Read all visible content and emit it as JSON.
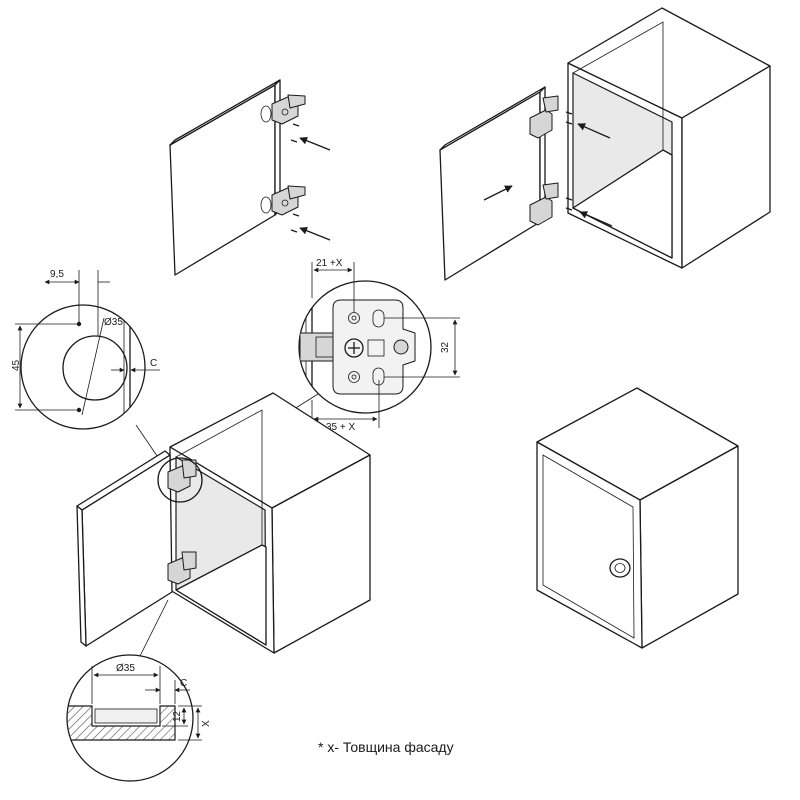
{
  "labels": {
    "d_9_5": "9,5",
    "d_45": "45",
    "d_35_circle": "Ø35",
    "d_c_top": "C",
    "d_21x": "21 +X",
    "d_32": "32",
    "d_35x": "35 + X",
    "d_35_section": "Ø35",
    "d_c_section": "C",
    "d_12": "12",
    "d_x": "X",
    "footnote": "* x- Товщина фасаду"
  },
  "colors": {
    "line": "#1a1a1a",
    "hatch": "#555555",
    "hardware": "#d6d6d6",
    "shade": "#e9e9e9"
  }
}
